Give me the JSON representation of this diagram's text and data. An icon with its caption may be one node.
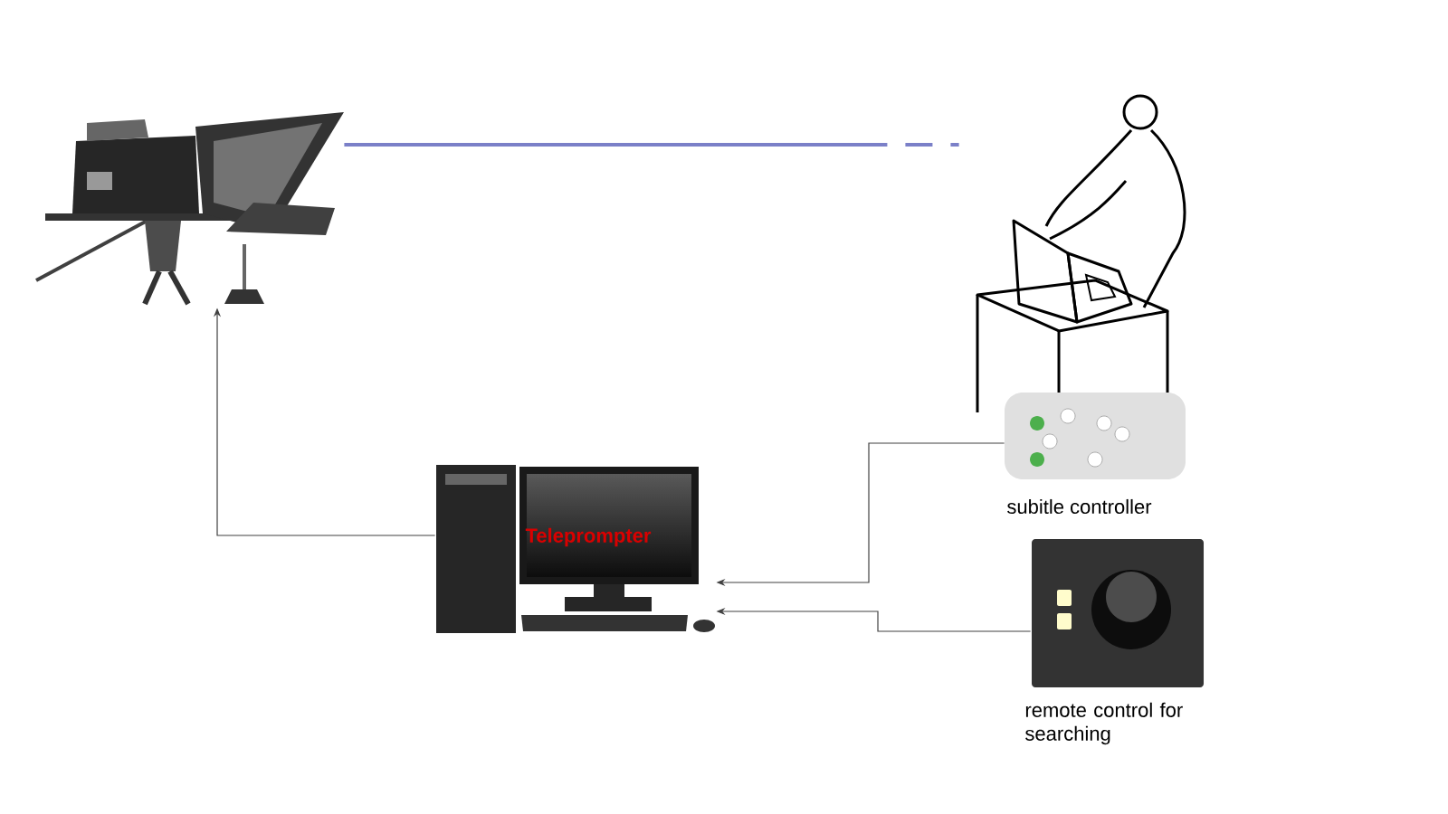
{
  "diagram": {
    "nodes": [
      {
        "text": [],
        "shape": "picture"
      },
      {
        "text": [],
        "shape": "picture"
      },
      {
        "text": [
          "Teleprompter"
        ]
      },
      {
        "text": [],
        "shape": "picture"
      },
      {
        "text": [],
        "shape": "picture",
        "beside": [
          "remote control for searching"
        ]
      }
    ],
    "edges": [
      {
        "from": 0,
        "to": 1,
        "arrow": "none",
        "style": "dashed",
        "color": "#7b80c8"
      },
      {
        "from": 2,
        "to": 0,
        "arrow": "to"
      },
      {
        "from": 3,
        "to": 2,
        "arrow": "to"
      },
      {
        "from": 4,
        "to": 2,
        "arrow": "to"
      }
    ],
    "labels": [
      "subitle controller"
    ]
  }
}
